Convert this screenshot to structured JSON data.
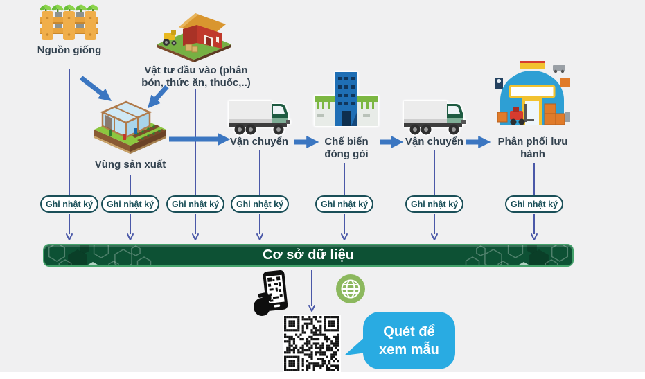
{
  "diagram": {
    "stages": [
      {
        "id": "seed-source",
        "label": "Nguồn giống",
        "icon": "seedling-fence-icon"
      },
      {
        "id": "inputs",
        "label": "Vật tư đầu vào (phân bón, thức ăn, thuốc,..)",
        "icon": "farm-icon"
      },
      {
        "id": "production-area",
        "label": "Vùng sản xuất",
        "icon": "greenhouse-icon"
      },
      {
        "id": "transport-1",
        "label": "Vận chuyển",
        "icon": "truck-icon"
      },
      {
        "id": "processing-packaging",
        "label": "Chế biến đóng gói",
        "icon": "factory-icon"
      },
      {
        "id": "transport-2",
        "label": "Vận chuyển",
        "icon": "truck-icon"
      },
      {
        "id": "distribution",
        "label": "Phân phối lưu hành",
        "icon": "warehouse-icon"
      }
    ],
    "journal_button_label": "Ghi nhật ký",
    "journal_button_count": 7,
    "database_banner": {
      "label": "Cơ sở dữ liệu"
    },
    "scan_callout": {
      "label": "Quét để xem mẫu"
    },
    "footer_icons": [
      "phone-qr-scan-icon",
      "globe-icon",
      "qr-code"
    ],
    "colors": {
      "background": "#f0f0f1",
      "flow_arrow_blue": "#3b76c1",
      "connector_indigo": "#4a58a8",
      "banner_green": "#0d5134",
      "banner_border_green": "#44a26b",
      "journal_teal": "#1a4f58",
      "callout_blue": "#29abe2",
      "globe_green": "#8cb85e",
      "label_text": "#33424f"
    }
  }
}
